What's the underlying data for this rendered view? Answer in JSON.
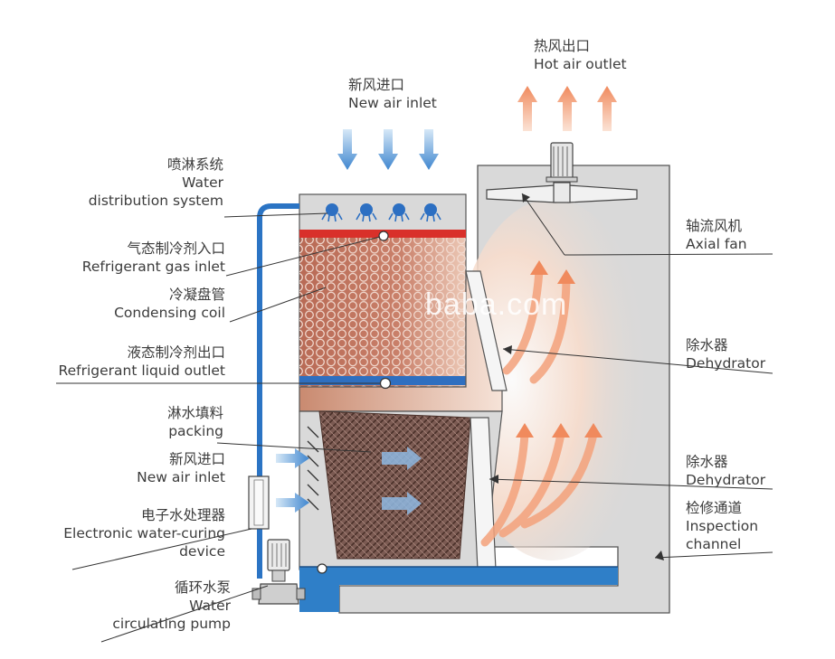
{
  "labels": {
    "hot_air_outlet": {
      "zh": "热风出口",
      "en": "Hot air outlet"
    },
    "new_air_inlet_top": {
      "zh": "新风进口",
      "en": "New air inlet"
    },
    "water_distribution": {
      "zh": "喷淋系统",
      "en1": "Water",
      "en2": "distribution system"
    },
    "refrigerant_gas_inlet": {
      "zh": "气态制冷剂入口",
      "en": "Refrigerant gas inlet"
    },
    "condensing_coil": {
      "zh": "冷凝盘管",
      "en": "Condensing coil"
    },
    "refrigerant_liquid_outlet": {
      "zh": "液态制冷剂出口",
      "en": "Refrigerant liquid outlet"
    },
    "packing": {
      "zh": "淋水填料",
      "en": "packing"
    },
    "new_air_inlet_side": {
      "zh": "新风进口",
      "en": "New air inlet"
    },
    "electronic_water_curing": {
      "zh": "电子水处理器",
      "en1": "Electronic water-curing",
      "en2": "device"
    },
    "water_circulating_pump": {
      "zh": "循环水泵",
      "en1": "Water",
      "en2": "circulating pump"
    },
    "axial_fan": {
      "zh": "轴流风机",
      "en": "Axial  fan"
    },
    "dehydrator_upper": {
      "zh": "除水器",
      "en": "Dehydrator"
    },
    "dehydrator_lower": {
      "zh": "除水器",
      "en": "Dehydrator"
    },
    "inspection_channel": {
      "zh": "检修通道",
      "en1": "Inspection",
      "en2": "channel"
    }
  },
  "watermark": "baba.com",
  "colors": {
    "housing_gray": "#d9d9d9",
    "outline": "#555555",
    "water_blue": "#2f7fc8",
    "refrigerant_red": "#d9302a",
    "coil_brown": "#b5614a",
    "packing_dark": "#6a4a42",
    "hot_air_orange": "#f4a27c",
    "cool_air_blue": "#5b9bd5"
  },
  "icons": [
    "spray-nozzle-icon",
    "fan-motor-icon",
    "pump-icon",
    "air-arrow-icon"
  ]
}
